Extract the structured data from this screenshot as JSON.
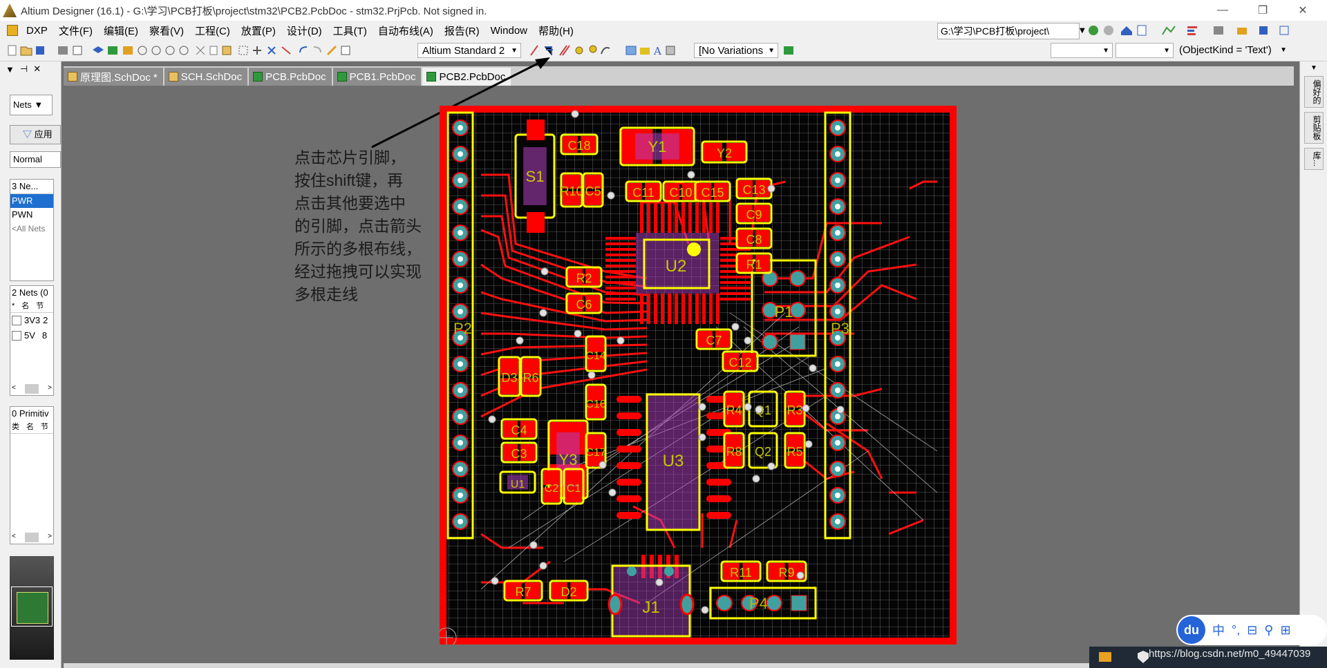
{
  "window": {
    "title": "Altium Designer (16.1) - G:\\学习\\PCB打板\\project\\stm32\\PCB2.PcbDoc - stm32.PrjPcb. Not signed in.",
    "minimize_glyph": "—",
    "restore_glyph": "❐",
    "close_glyph": "✕"
  },
  "menu": {
    "items": [
      "DXP",
      "文件(F)",
      "编辑(E)",
      "察看(V)",
      "工程(C)",
      "放置(P)",
      "设计(D)",
      "工具(T)",
      "自动布线(A)",
      "报告(R)",
      "Window",
      "帮助(H)"
    ],
    "path": "G:\\学习\\PCB打板\\project\\"
  },
  "toolbar": {
    "view_config": "Altium Standard 2",
    "variations": "[No Variations",
    "filter_expr": "(ObjectKind = 'Text')"
  },
  "left_panel": {
    "mode": "Nets",
    "apply_label": "应用",
    "filter_mode": "Normal",
    "classes_header": "3 Ne...",
    "classes": [
      "PWR",
      "PWN",
      "<All Nets"
    ],
    "nets_header": "2 Nets (0",
    "net_columns": [
      "*",
      "名",
      "节"
    ],
    "nets": [
      {
        "name": "3V3",
        "count": "2"
      },
      {
        "name": "5V",
        "count": "8"
      }
    ],
    "primitives_header": "0 Primitiv",
    "primitive_columns": [
      "类",
      "名",
      "节"
    ]
  },
  "tabs": [
    {
      "label": "原理图.SchDoc *",
      "type": "sch",
      "active": false
    },
    {
      "label": "SCH.SchDoc",
      "type": "sch",
      "active": false
    },
    {
      "label": "PCB.PcbDoc",
      "type": "pcb",
      "active": false
    },
    {
      "label": "PCB1.PcbDoc",
      "type": "pcb",
      "active": false
    },
    {
      "label": "PCB2.PcbDoc",
      "type": "pcb",
      "active": true
    }
  ],
  "right_tabs": [
    "偏好的",
    "剪贴板",
    "库..."
  ],
  "annotation": {
    "lines": [
      "点击芯片引脚，",
      "按住shift键，再",
      "点击其他要选中",
      "的引脚，点击箭头",
      "所示的多根布线，",
      "经过拖拽可以实现",
      "多根走线"
    ]
  },
  "pcb": {
    "components": [
      "S1",
      "C18",
      "Y1",
      "Y2",
      "R10",
      "C5",
      "C11",
      "C10",
      "C15",
      "C13",
      "C9",
      "C8",
      "R1",
      "U2",
      "R2",
      "C6",
      "P1",
      "P2",
      "P3",
      "C7",
      "C12",
      "C14",
      "D3",
      "R6",
      "C16",
      "Y3",
      "U3",
      "C17",
      "R4",
      "Q1",
      "R3",
      "C4",
      "C3",
      "R8",
      "Q2",
      "R5",
      "U1",
      "C2",
      "C1",
      "R11",
      "R9",
      "R7",
      "D2",
      "J1",
      "P4"
    ],
    "colors": {
      "board": "#050505",
      "grid": "#ffffff",
      "outline": "#ff0000",
      "copper": "#ff0000",
      "silkscreen": "#ffff00",
      "overlay": "#b040c0",
      "pad_hole": "#40a0a0"
    }
  },
  "baidu_ime": {
    "logo": "du",
    "items": [
      "中",
      "°,",
      "⊟",
      "⚲",
      "⊞"
    ]
  },
  "watermark": "https://blog.csdn.net/m0_49447039"
}
